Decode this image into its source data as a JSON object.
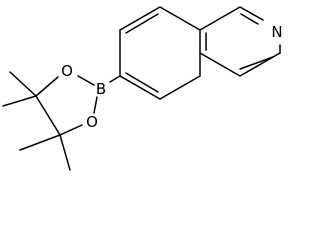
{
  "molecule": {
    "atoms": {
      "nitrogen": "N",
      "boron": "B",
      "oxygen_top": "O",
      "oxygen_bottom": "O"
    }
  },
  "colors": {
    "bond": "#000000",
    "background": "#ffffff"
  }
}
